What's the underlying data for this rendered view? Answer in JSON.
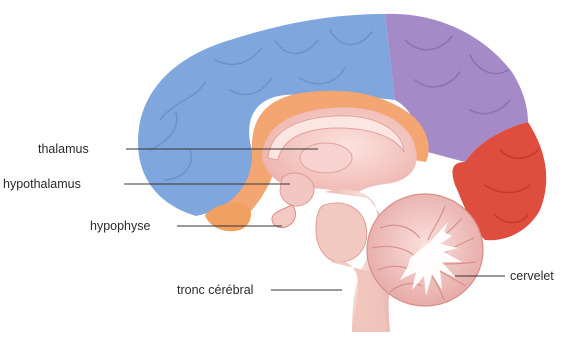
{
  "labels": {
    "thalamus": "thalamus",
    "hypothalamus": "hypothalamus",
    "hypophyse": "hypophyse",
    "tronc": "tronc cérébral",
    "cervelet": "cervelet"
  },
  "colors": {
    "frontal": "#7fa6dd",
    "parietal": "#a48bc8",
    "occipital": "#df4d3f",
    "limbic": "#f4a672",
    "inner": "#f1c2bd",
    "brainstem": "#f2cdc5",
    "cerebellum": "#ecbcb9",
    "leaderLine": "#333333"
  }
}
